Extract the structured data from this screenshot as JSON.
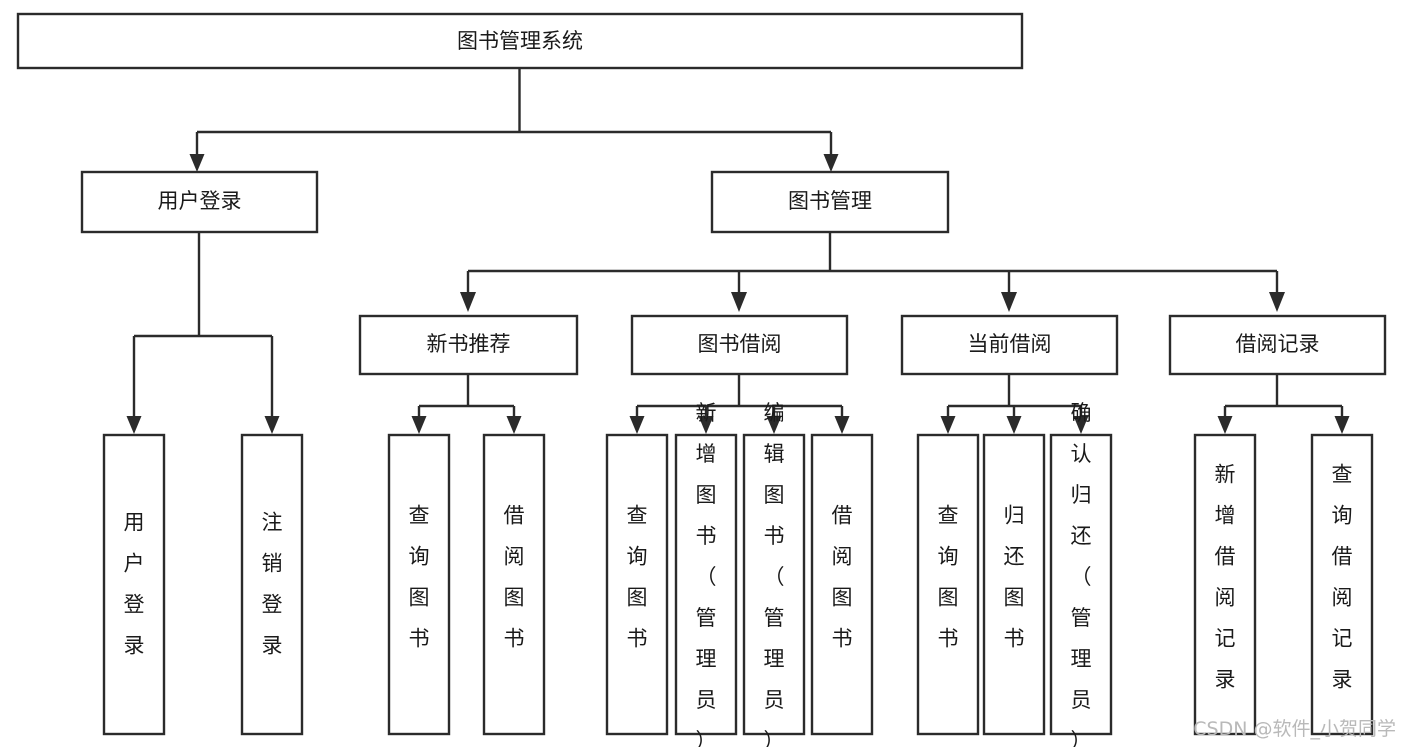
{
  "diagram": {
    "title": "图书管理系统",
    "type": "tree-hierarchy",
    "root": {
      "id": "root",
      "label": "图书管理系统"
    },
    "level2": [
      {
        "id": "user-login",
        "label": "用户登录"
      },
      {
        "id": "book-manage",
        "label": "图书管理"
      }
    ],
    "level3": [
      {
        "id": "new-book-recommend",
        "label": "新书推荐",
        "parent": "book-manage"
      },
      {
        "id": "book-borrow",
        "label": "图书借阅",
        "parent": "book-manage"
      },
      {
        "id": "current-borrow",
        "label": "当前借阅",
        "parent": "book-manage"
      },
      {
        "id": "borrow-record",
        "label": "借阅记录",
        "parent": "book-manage"
      }
    ],
    "leaves": [
      {
        "id": "leaf-user-login",
        "label": "用户登录",
        "parent": "user-login"
      },
      {
        "id": "leaf-logout-login",
        "label": "注销登录",
        "parent": "user-login"
      },
      {
        "id": "leaf-query-book-1",
        "label": "查询图书",
        "parent": "new-book-recommend"
      },
      {
        "id": "leaf-borrow-book-1",
        "label": "借阅图书",
        "parent": "new-book-recommend"
      },
      {
        "id": "leaf-query-book-2",
        "label": "查询图书",
        "parent": "book-borrow"
      },
      {
        "id": "leaf-add-book",
        "label": "新增图书（管理员）",
        "parent": "book-borrow"
      },
      {
        "id": "leaf-edit-book",
        "label": "编辑图书（管理员）",
        "parent": "book-borrow"
      },
      {
        "id": "leaf-borrow-book-2",
        "label": "借阅图书",
        "parent": "book-borrow"
      },
      {
        "id": "leaf-query-book-3",
        "label": "查询图书",
        "parent": "current-borrow"
      },
      {
        "id": "leaf-return-book",
        "label": "归还图书",
        "parent": "current-borrow"
      },
      {
        "id": "leaf-confirm-return",
        "label": "确认归还（管理员）",
        "parent": "current-borrow"
      },
      {
        "id": "leaf-add-record",
        "label": "新增借阅记录",
        "parent": "borrow-record"
      },
      {
        "id": "leaf-query-record",
        "label": "查询借阅记录",
        "parent": "borrow-record"
      }
    ]
  },
  "watermark": {
    "text": "CSDN @软件_小贺同学"
  },
  "colors": {
    "background": "#ffffff",
    "box_fill": "#ffffff",
    "box_stroke": "#2b2b2b",
    "text": "#1a1a1a",
    "connector": "#2b2b2b",
    "watermark": "#b9b9b9"
  }
}
